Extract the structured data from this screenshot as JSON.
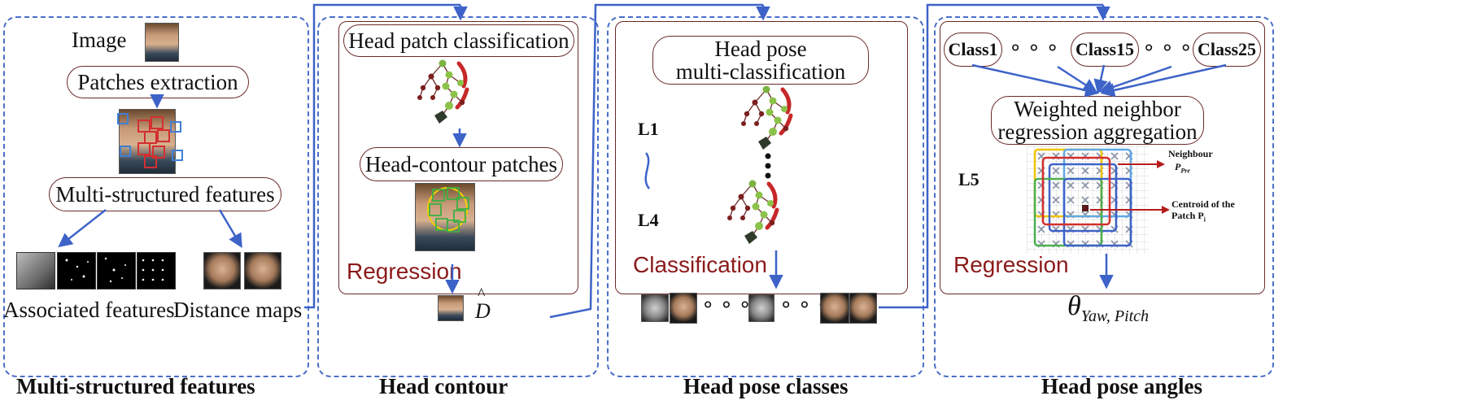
{
  "panels": {
    "features": {
      "image_label": "Image",
      "patches_extraction": "Patches extraction",
      "multi_structured": "Multi-structured features",
      "associated_features": "Associated features",
      "distance_maps": "Distance maps",
      "caption": "Multi-structured features"
    },
    "contour": {
      "head_patch_classification": "Head patch classification",
      "head_contour_patches": "Head-contour patches",
      "regression": "Regression",
      "d_hat": "D",
      "caption": "Head contour"
    },
    "classes": {
      "title_line1": "Head pose",
      "title_line2": "multi-classification",
      "l1": "L1",
      "l4": "L4",
      "classification": "Classification",
      "caption": "Head pose classes"
    },
    "angles": {
      "class1": "Class1",
      "class15": "Class15",
      "class25": "Class25",
      "aggregation_line1": "Weighted neighbor",
      "aggregation_line2": "regression aggregation",
      "l5": "L5",
      "neighbour": "Neighbour",
      "p_pre": "P",
      "p_pre_sub": "Pre",
      "centroid_line1": "Centroid of the",
      "centroid_line2": "Patch P",
      "centroid_sub": "i",
      "regression": "Regression",
      "theta": "θ",
      "theta_sub": "Yaw, Pitch",
      "caption": "Head pose angles"
    }
  },
  "colors": {
    "dashed_border": "#4a6fc9",
    "arrow": "#3d63c8",
    "box_border": "#6b2a2a",
    "red_text": "#8b1a1a",
    "tree_red": "#c62828",
    "tree_green": "#8bc34a"
  }
}
